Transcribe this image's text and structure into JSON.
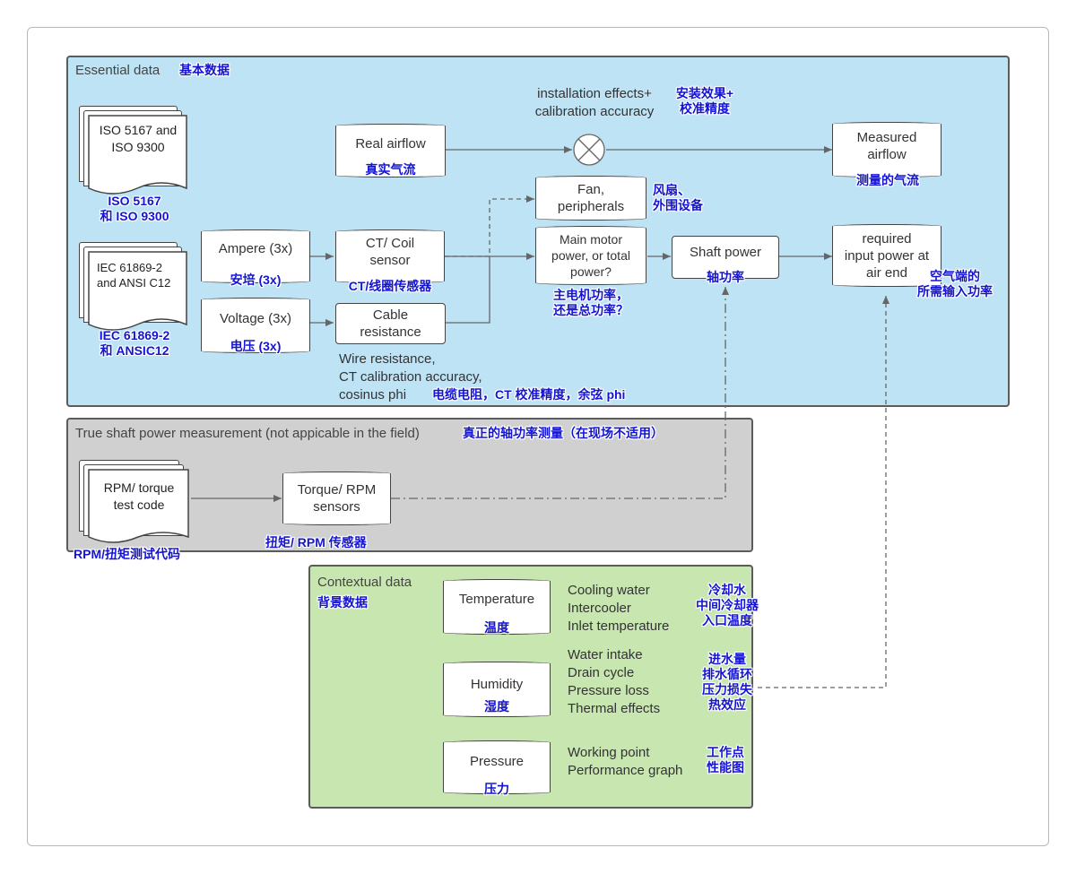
{
  "essential": {
    "title": "Essential data",
    "title_cn": "基本数据",
    "doc_iso": "ISO 5167 and ISO 9300",
    "doc_iso_cn": "ISO 5167\n和 ISO 9300",
    "doc_iec": "IEC 61869-2 and ANSI C12",
    "doc_iec_cn": "IEC 61869-2\n和 ANSIC12",
    "install_note": "installation effects+\ncalibration accuracy",
    "install_note_cn": "安装效果+\n校准精度",
    "real_airflow": "Real airflow",
    "real_airflow_cn": "真实气流",
    "measured_airflow": "Measured\nairflow",
    "measured_airflow_cn": "测量的气流",
    "fan": "Fan,\nperipherals",
    "fan_cn": "风扇、\n外围设备",
    "ampere": "Ampere (3x)",
    "ampere_cn": "安培 (3x)",
    "voltage": "Voltage (3x)",
    "voltage_cn": "电压 (3x)",
    "ct_coil": "CT/ Coil\nsensor",
    "ct_coil_cn": "CT/线圈传感器",
    "cable": "Cable\nresistance",
    "cable_note": "Wire resistance,\nCT calibration accuracy,\ncosinus phi",
    "cable_note_cn": "电缆电阻，CT 校准精度，余弦 phi",
    "main_motor": "Main motor\npower, or total\npower?",
    "main_motor_cn": "主电机功率，\n还是总功率？",
    "shaft_power": "Shaft power",
    "shaft_power_cn": "轴功率",
    "required_input": "required\ninput power at\nair end",
    "required_input_cn": "空气端的\n所需输入功率"
  },
  "shaft": {
    "title": "True shaft power measurement (not appicable in the field)",
    "title_cn": "真正的轴功率测量（在现场不适用）",
    "doc_rpm": "RPM/ torque\ntest code",
    "doc_rpm_cn": "RPM/扭矩测试代码",
    "sensors": "Torque/ RPM\nsensors",
    "sensors_cn": "扭矩/ RPM 传感器"
  },
  "context": {
    "title": "Contextual data",
    "title_cn": "背景数据",
    "temperature": "Temperature",
    "temperature_cn": "温度",
    "temperature_items": "Cooling water\nIntercooler\nInlet temperature",
    "temperature_items_cn": "冷却水\n中间冷却器\n入口温度",
    "humidity": "Humidity",
    "humidity_cn": "湿度",
    "humidity_items": "Water intake\nDrain cycle\nPressure loss\nThermal effects",
    "humidity_items_cn": "进水量\n排水循环\n压力损失\n热效应",
    "pressure": "Pressure",
    "pressure_cn": "压力",
    "pressure_items": "Working point\nPerformance graph",
    "pressure_items_cn": "工作点\n性能图"
  },
  "colors": {
    "essential_bg": "#bee3f5",
    "shaft_bg": "#d0d0d0",
    "context_bg": "#c7e6b0",
    "cn_text": "#1414d2"
  }
}
